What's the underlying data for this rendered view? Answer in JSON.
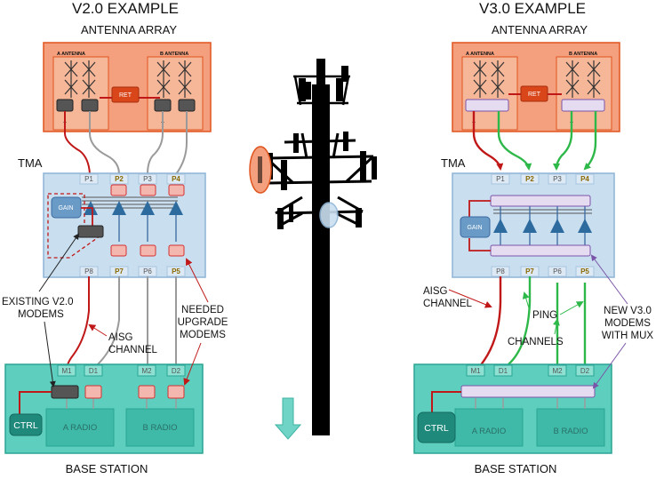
{
  "colors": {
    "antenna_fill": "#f4a07e",
    "antenna_stroke": "#e0541e",
    "tma_fill": "#c9dff0",
    "tma_stroke": "#8db4d6",
    "base_fill": "#5ecfbf",
    "base_stroke": "#2aa494",
    "aisg_line": "#c01818",
    "ping_line": "#2eb84a",
    "gray_line": "#9a9a9a",
    "mux_fill": "#e6dcf2",
    "mux_stroke": "#7a54a8"
  },
  "left": {
    "title": "V2.0 EXAMPLE",
    "antenna_title": "ANTENNA ARRAY",
    "a_antenna": "A ANTENNA",
    "b_antenna": "B ANTENNA",
    "ret": "RET",
    "plus": "+",
    "minus": "-",
    "tma": "TMA",
    "gain": "GAIN",
    "ports_top": [
      "P1",
      "P2",
      "P3",
      "P4"
    ],
    "ports_bottom": [
      "P8",
      "P7",
      "P6",
      "P5"
    ],
    "base_ports": [
      "M1",
      "D1",
      "M2",
      "D2"
    ],
    "a_radio": "A RADIO",
    "b_radio": "B RADIO",
    "ctrl": "CTRL",
    "base_station": "BASE STATION",
    "existing_line1": "EXISTING V2.0",
    "existing_line2": "MODEMS",
    "aisg_line1": "AISG",
    "aisg_line2": "CHANNEL",
    "needed_line1": "NEEDED",
    "needed_line2": "UPGRADE",
    "needed_line3": "MODEMS"
  },
  "right": {
    "title": "V3.0 EXAMPLE",
    "antenna_title": "ANTENNA ARRAY",
    "a_antenna": "A ANTENNA",
    "b_antenna": "B ANTENNA",
    "ret": "RET",
    "plus": "+",
    "minus": "-",
    "tma": "TMA",
    "gain": "GAIN",
    "ports_top": [
      "P1",
      "P2",
      "P3",
      "P4"
    ],
    "ports_bottom": [
      "P8",
      "P7",
      "P6",
      "P5"
    ],
    "base_ports": [
      "M1",
      "D1",
      "M2",
      "D2"
    ],
    "a_radio": "A RADIO",
    "b_radio": "B RADIO",
    "ctrl": "CTRL",
    "base_station": "BASE STATION",
    "aisg_line1": "AISG",
    "aisg_line2": "CHANNEL",
    "ping_line1": "PING",
    "ping_line2": "CHANNELS",
    "new_line1": "NEW V3.0",
    "new_line2": "MODEMS",
    "new_line3": "WITH MUX"
  }
}
